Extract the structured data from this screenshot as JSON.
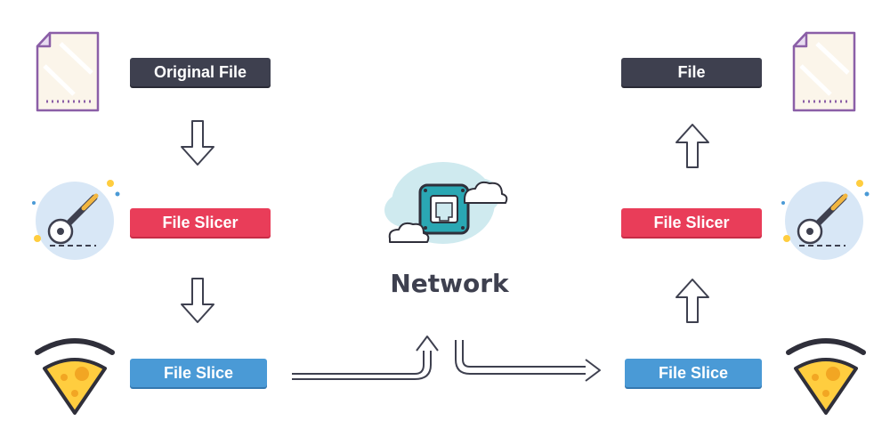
{
  "left_column": {
    "top_label": "Original File",
    "middle_label": "File Slicer",
    "bottom_label": "File Slice"
  },
  "right_column": {
    "top_label": "File",
    "middle_label": "File Slicer",
    "bottom_label": "File Slice"
  },
  "center": {
    "title": "Network"
  },
  "colors": {
    "dark_label": "#3e404f",
    "red_label": "#e93d59",
    "blue_label": "#4a9ad6",
    "cloud": "#cfeaef",
    "router": "#2aa7b3",
    "slicer_bg": "#d8e7f6",
    "pizza_cheese": "#ffcd3f",
    "file_outline": "#8b5fa7"
  }
}
